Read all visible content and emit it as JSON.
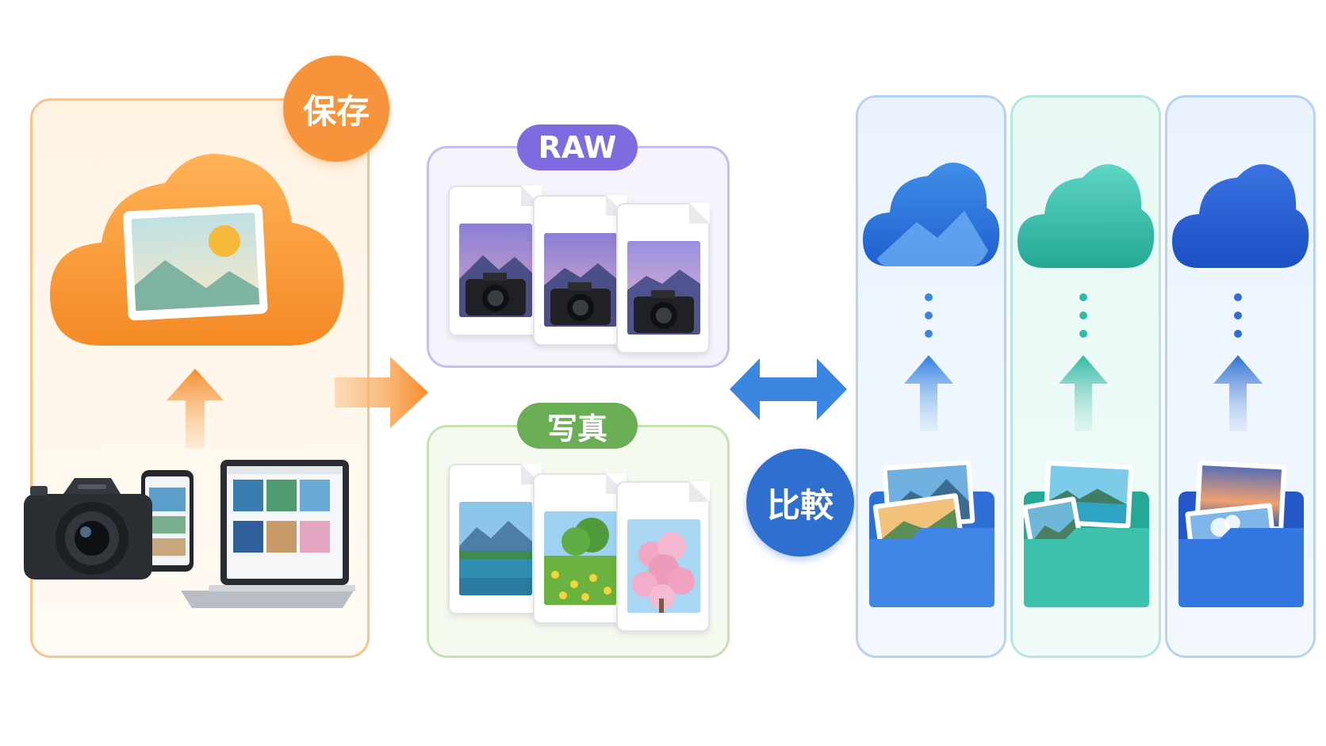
{
  "labels": {
    "save": "保存",
    "raw": "RAW",
    "photo": "写真",
    "compare": "比較"
  },
  "colors": {
    "orange": "#f7933a",
    "raw_purple": "#7f6ae0",
    "photo_green": "#6aae55",
    "blue": "#2f6fd0",
    "teal": "#35b8a6"
  },
  "icons": {
    "source_devices": [
      "camera-icon",
      "phone-icon",
      "laptop-icon"
    ],
    "storage_cloud": "cloud-photo-icon",
    "services": [
      "blue-cloud-icon",
      "teal-cloud-icon",
      "dark-blue-cloud-icon"
    ],
    "folders": [
      "photo-folder-icon",
      "photo-folder-icon",
      "photo-folder-icon"
    ]
  }
}
